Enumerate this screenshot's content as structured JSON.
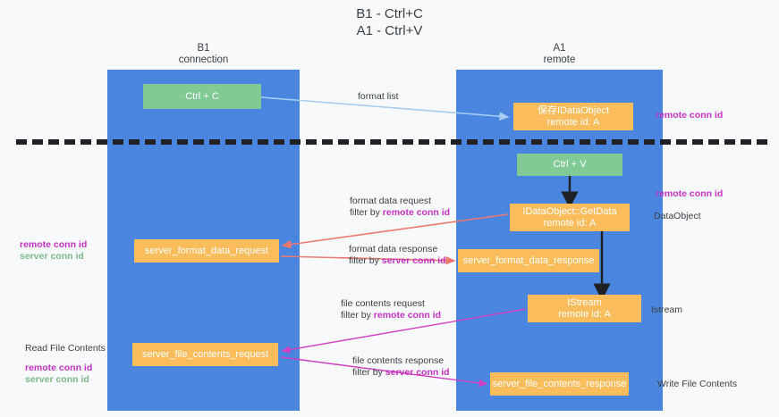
{
  "title": "B1 - Ctrl+C\nA1 - Ctrl+V",
  "lanes": [
    {
      "name": "B1",
      "sub": "connection"
    },
    {
      "name": "A1",
      "sub": "remote"
    }
  ],
  "nodes": {
    "ctrl_c": "Ctrl + C",
    "idataobject": "保存IDataObject\nremote id: A",
    "ctrl_v": "Ctrl + V",
    "getdata": "IDataObject::GetData\nremote id: A",
    "server_format_data_request": "server_format_data_request",
    "server_format_data_response": "server_format_data_response",
    "istream": "IStream\nremote id: A",
    "server_file_contents_request": "server_file_contents_request",
    "server_file_contents_response": "server_file_contents_response"
  },
  "edge_labels": {
    "format_list": {
      "main": "format list",
      "filter_prefix": "",
      "filter_key": ""
    },
    "format_data_request": {
      "main": "format data request",
      "filter_prefix": "filter by ",
      "filter_key": "remote conn id"
    },
    "format_data_response": {
      "main": "format data response",
      "filter_prefix": "filter by ",
      "filter_key": "server conn id"
    },
    "file_contents_request": {
      "main": "file contents request",
      "filter_prefix": "filter by ",
      "filter_key": "remote conn id"
    },
    "file_contents_response": {
      "main": "file contents response",
      "filter_prefix": "filter by ",
      "filter_key": "server conn id"
    }
  },
  "annotations": {
    "right_remote_conn_id_1": "remote conn id",
    "right_remote_conn_id_2": "remote conn id",
    "dataobject": "DataObject",
    "istream": "Istream",
    "write_file_contents": "Write File Contents",
    "read_file_contents": "Read File Contents",
    "left_remote_conn_id": "remote conn id",
    "left_server_conn_id": "server conn id",
    "left_remote_conn_id_2": "remote conn id",
    "left_server_conn_id_2": "server conn id"
  },
  "colors": {
    "lane": "#4a86e0",
    "node_green": "#81c995",
    "node_orange": "#fbbc5c",
    "separator": "#202124",
    "edge_blue": "#a8cdf0",
    "edge_red": "#ea7a6e",
    "edge_magenta": "#cf3fc0",
    "edge_black": "#202124",
    "highlight_magenta": "#c232c2",
    "highlight_green": "#7bb98a",
    "background": "#f8f9fa"
  }
}
